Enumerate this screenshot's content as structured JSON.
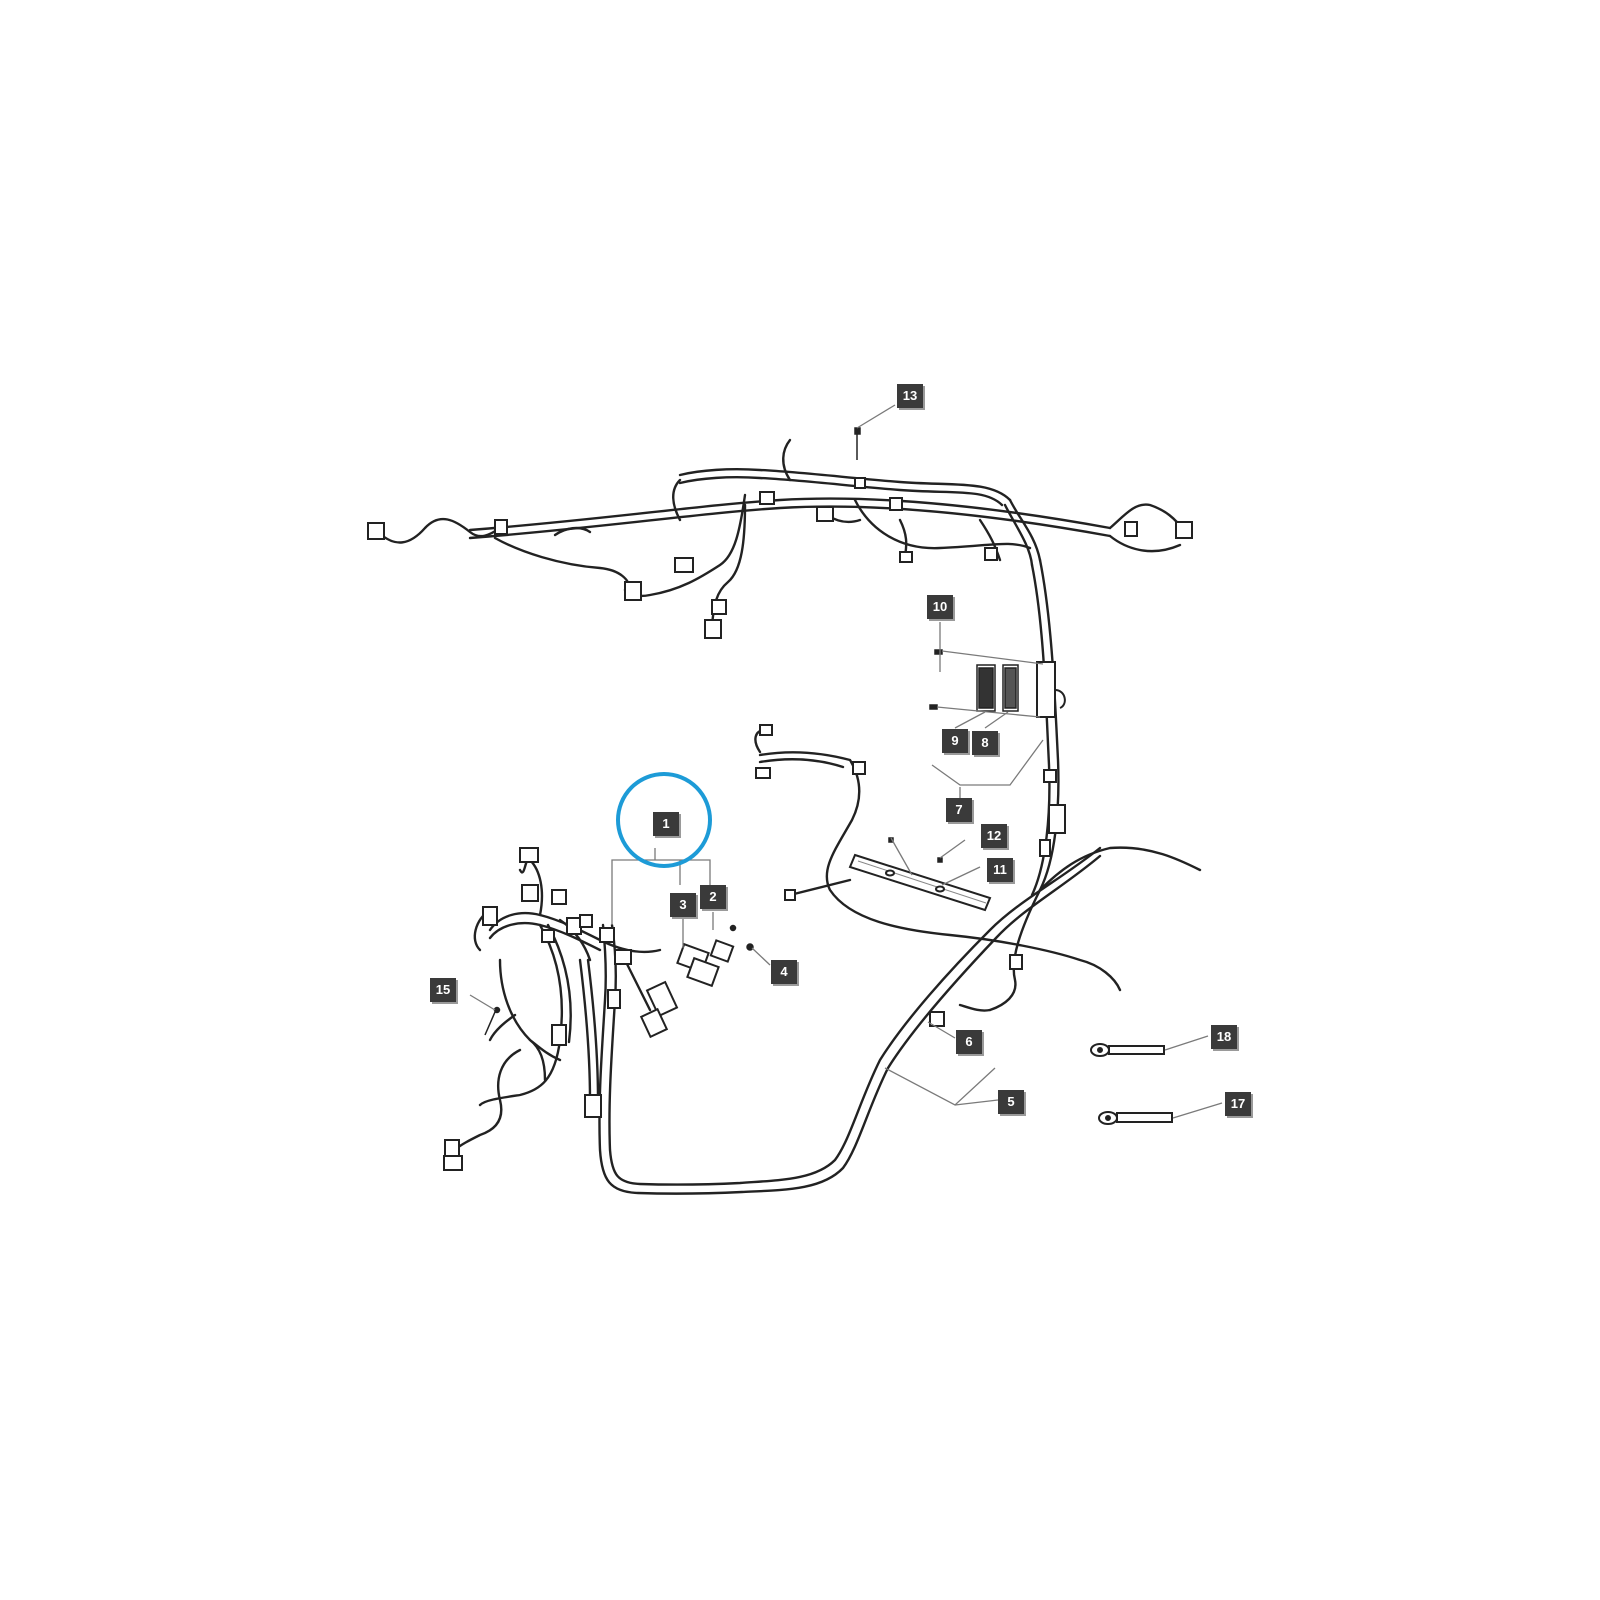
{
  "callouts": {
    "c1": "1",
    "c2": "2",
    "c3": "3",
    "c4": "4",
    "c5": "5",
    "c6": "6",
    "c7": "7",
    "c8": "8",
    "c9": "9",
    "c10": "10",
    "c11": "11",
    "c12": "12",
    "c13": "13",
    "c15": "15",
    "c17": "17",
    "c18": "18"
  },
  "colors": {
    "line": "#222222",
    "leader": "#7a7a7a",
    "highlight_circle": "#1d9bd7",
    "callout_bg": "#3a3a3a",
    "callout_text": "#ffffff"
  }
}
